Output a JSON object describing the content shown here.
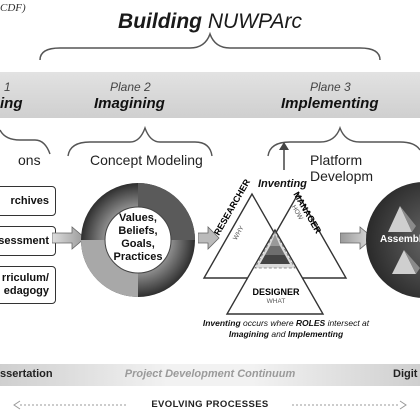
{
  "page_tag": "CDF)",
  "title": {
    "bold": "Building",
    "rest": "NUWPArc"
  },
  "planes": [
    {
      "num": "1",
      "name": "ing"
    },
    {
      "num": "Plane 2",
      "name": "Imagining"
    },
    {
      "num": "Plane 3",
      "name": "Implementing"
    }
  ],
  "sections": {
    "left": "ons",
    "middle": "Concept Modeling",
    "right": "Platform Developm"
  },
  "left_boxes": [
    {
      "lines": [
        "rchives"
      ]
    },
    {
      "lines": [
        "sessment"
      ]
    },
    {
      "lines": [
        "rriculum/",
        "edagogy"
      ]
    }
  ],
  "circle_text": [
    "Values,",
    "Beliefs,",
    "Goals,",
    "Practices"
  ],
  "inventing_label": "Inventing",
  "roles": {
    "researcher": {
      "name": "RESEARCHER",
      "sub": "WHY"
    },
    "manager": {
      "name": "MANAGER",
      "sub": "HOW"
    },
    "designer": {
      "name": "DESIGNER",
      "sub": "WHAT"
    }
  },
  "caption": {
    "line1_a": "Inventing",
    "line1_b": " occurs where ",
    "line1_c": "ROLES",
    "line1_d": " intersect at",
    "line2_a": "Imagining",
    "line2_b": " and ",
    "line2_c": "Implementing"
  },
  "right_label": "Assembly",
  "continuum": {
    "left": "ssertation",
    "center": "Project Development Continuum",
    "right": "Digit"
  },
  "evolving": "EVOLVING PROCESSES",
  "colors": {
    "band": "#d8d8d8",
    "ring_dark": "#3a3a3a",
    "ring_mid": "#8a8a8a",
    "accent": "#2a2a2a"
  }
}
